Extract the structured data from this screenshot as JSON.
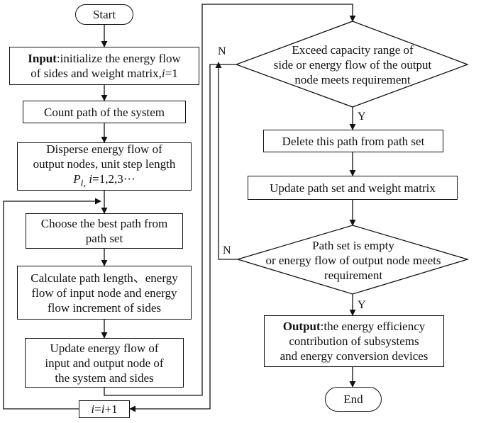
{
  "nodes": {
    "start": "Start",
    "input": {
      "bold": "Input",
      "text": ":initialize the energy flow",
      "line2_a": "of sides and weight matrix,",
      "line2_var": "i",
      "line2_b": "=1"
    },
    "count": "Count path of the system",
    "disperse": {
      "line1": "Disperse energy flow of",
      "line2": "output nodes, unit step length",
      "line3_var": "P",
      "line3_sub": "i,",
      "line3_var2": "i",
      "line3_b": "=1,2,3···"
    },
    "choose": {
      "line1": "Choose the best path from",
      "line2": "path set"
    },
    "calculate": {
      "line1": "Calculate path length、energy",
      "line2": "flow of input node and energy",
      "line3": "flow increment of sides"
    },
    "update_flow": {
      "line1": "Update energy flow of",
      "line2": "input and output node of",
      "line3": "the system and sides"
    },
    "increment": {
      "var1": "i",
      "eq": "=",
      "var2": "i",
      "plus": "+1"
    },
    "exceed": {
      "line1": "Exceed capacity range of",
      "line2": "side or energy flow of the output",
      "line3": "node meets requirement"
    },
    "delete": "Delete this path from path set",
    "update_set": "Update path set and weight matrix",
    "empty": {
      "line1": "Path set is empty",
      "line2": "or energy flow of output node meets",
      "line3": "requirement"
    },
    "output": {
      "bold": "Output",
      "text": ":the energy efficiency",
      "line2": "contribution of subsystems",
      "line3": "and energy conversion devices"
    },
    "end": "End"
  },
  "labels": {
    "exceed_no": "N",
    "exceed_yes": "Y",
    "empty_no": "N",
    "empty_yes": "Y"
  }
}
